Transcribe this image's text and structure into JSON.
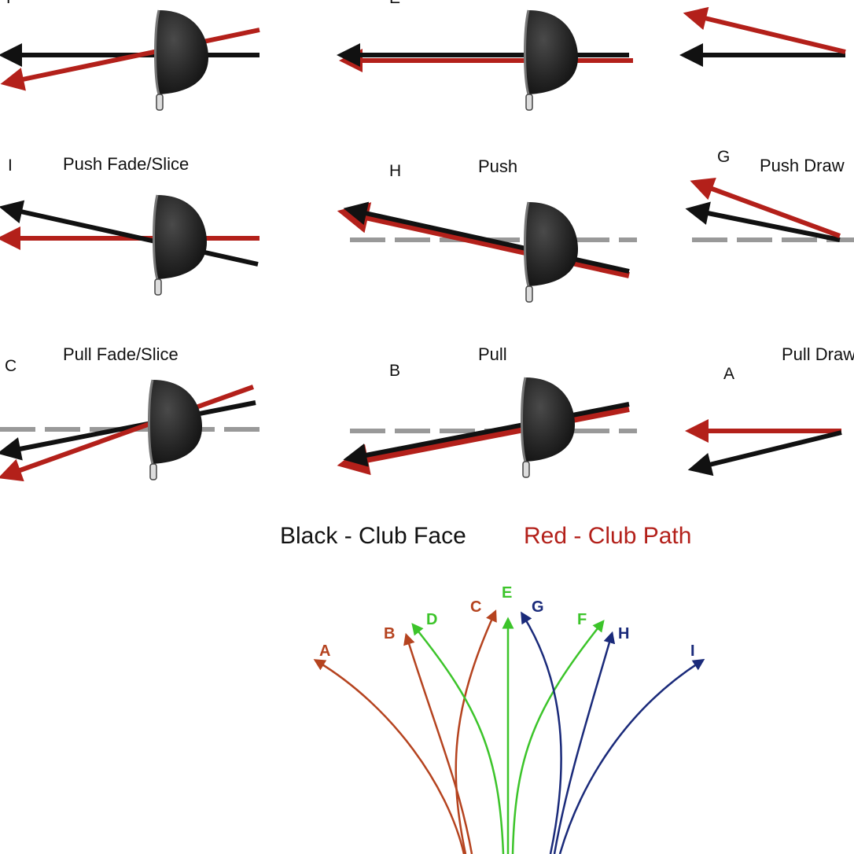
{
  "panels": [
    {
      "id": "top-left",
      "letter": "F",
      "title": ""
    },
    {
      "id": "top-mid",
      "letter": "E",
      "title": ""
    },
    {
      "id": "top-right",
      "letter": "",
      "title": ""
    },
    {
      "id": "mid-left",
      "letter": "I",
      "title": "Push Fade/Slice"
    },
    {
      "id": "mid-mid",
      "letter": "H",
      "title": "Push"
    },
    {
      "id": "mid-right",
      "letter": "G",
      "title": "Push Draw"
    },
    {
      "id": "bot-left",
      "letter": "C",
      "title": "Pull Fade/Slice"
    },
    {
      "id": "bot-mid",
      "letter": "B",
      "title": "Pull"
    },
    {
      "id": "bot-right",
      "letter": "A",
      "title": "Pull Draw"
    }
  ],
  "legend": {
    "black_text": "Black - Club Face",
    "red_text": "Red - Club Path",
    "black_color": "#111111",
    "red_color": "#b3201a"
  },
  "flight": {
    "labels": [
      "A",
      "B",
      "C",
      "D",
      "E",
      "F",
      "G",
      "H",
      "I"
    ],
    "colors": {
      "pull": "#b5431f",
      "straight": "#3cc42a",
      "push": "#1a2a7a"
    }
  }
}
